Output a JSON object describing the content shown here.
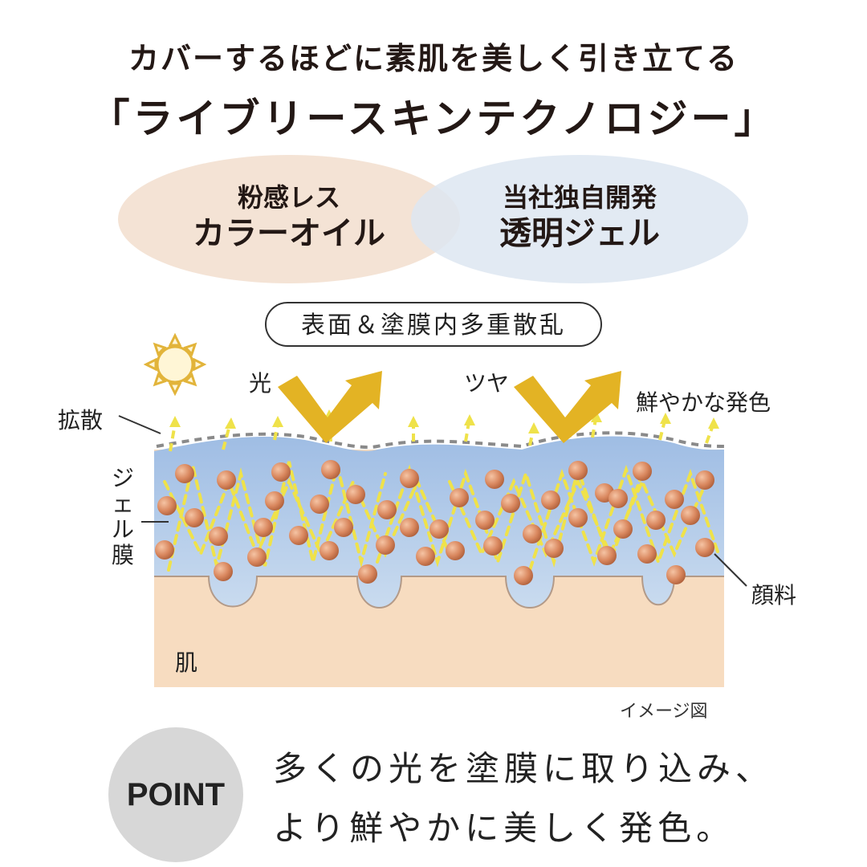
{
  "header": {
    "line1": "カバーするほどに素肌を美しく引き立てる",
    "line2": "「ライブリースキンテクノロジー」"
  },
  "ellipses": {
    "left": {
      "line1": "粉感レス",
      "line2": "カラーオイル",
      "color": "#f3e1d3"
    },
    "right": {
      "line1": "当社独自開発",
      "line2": "透明ジェル",
      "color": "#dde6f1"
    }
  },
  "diagram": {
    "pill_label": "表面＆塗膜内多重散乱",
    "labels": {
      "light": "光",
      "gloss": "ツヤ",
      "vivid": "鮮やかな発色",
      "diffusion": "拡散",
      "gel_film": [
        "ジ",
        "ェ",
        "ル",
        "膜"
      ],
      "pigment": "顔料",
      "skin": "肌"
    },
    "caption": "イメージ図",
    "colors": {
      "gel": "#b9cfea",
      "skin": "#f7dcc0",
      "pigment": "#d9875e",
      "arrow_gold": "#e3b324",
      "scatter_yellow": "#f2e64a"
    }
  },
  "point": {
    "badge": "POINT",
    "line1": "多くの光を塗膜に取り込み、",
    "line2": "より鮮やかに美しく発色。"
  }
}
